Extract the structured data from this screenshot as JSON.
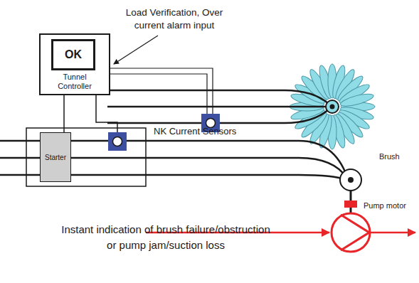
{
  "diagram": {
    "nodes": [
      {
        "text": [
          "Tunnel Controller"
        ]
      },
      {
        "text": [
          "OK"
        ],
        "in": 0
      },
      {
        "text": [
          "Starter"
        ]
      }
    ],
    "edges": [
      {
        "from": 0,
        "to": 2,
        "arrow": "none"
      }
    ],
    "labels": [
      "Load Verification, Over current alarm input",
      "NK Current Sensors",
      "Brush",
      "Pump motor",
      "Instant indication of brush failure/obstruction or pump jam/suction loss"
    ]
  }
}
